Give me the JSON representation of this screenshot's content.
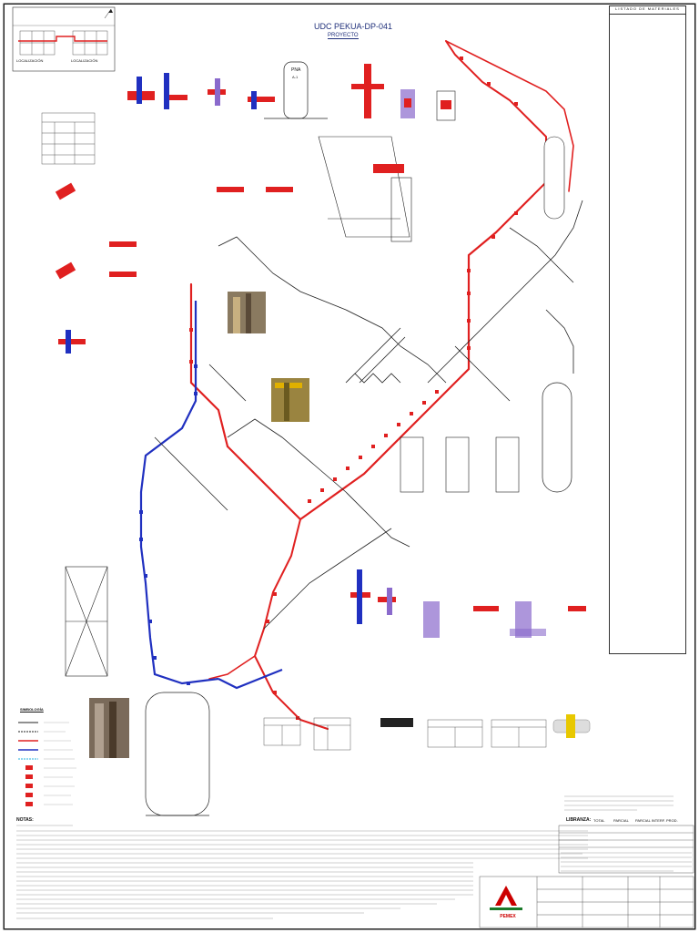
{
  "drawing": {
    "title": "UDC PEKUA-DP-041",
    "subtitle": "PROYECTO"
  },
  "materials": {
    "header": "LISTADO DE MATERIALES"
  },
  "keymap": {
    "label_left": "LOCALIZACIÓN",
    "label_right": "LOCALIZACIÓN"
  },
  "tower": {
    "label": "PNA",
    "tag": "A-1"
  },
  "symbology": {
    "title": "SIMBOLOGÍA"
  },
  "notes": {
    "title": "NOTAS:"
  },
  "liberation": {
    "label": "LIBRANZA:",
    "opt1": "TOTAL",
    "opt2": "PARCIAL",
    "opt3": "PARCIAL INTERF. PROD."
  },
  "titleblock": {
    "logo_text": "PEMEX"
  },
  "colors": {
    "red": "#e02020",
    "blue": "#2030c0",
    "purple": "#8a6acc",
    "ink": "#222222"
  }
}
